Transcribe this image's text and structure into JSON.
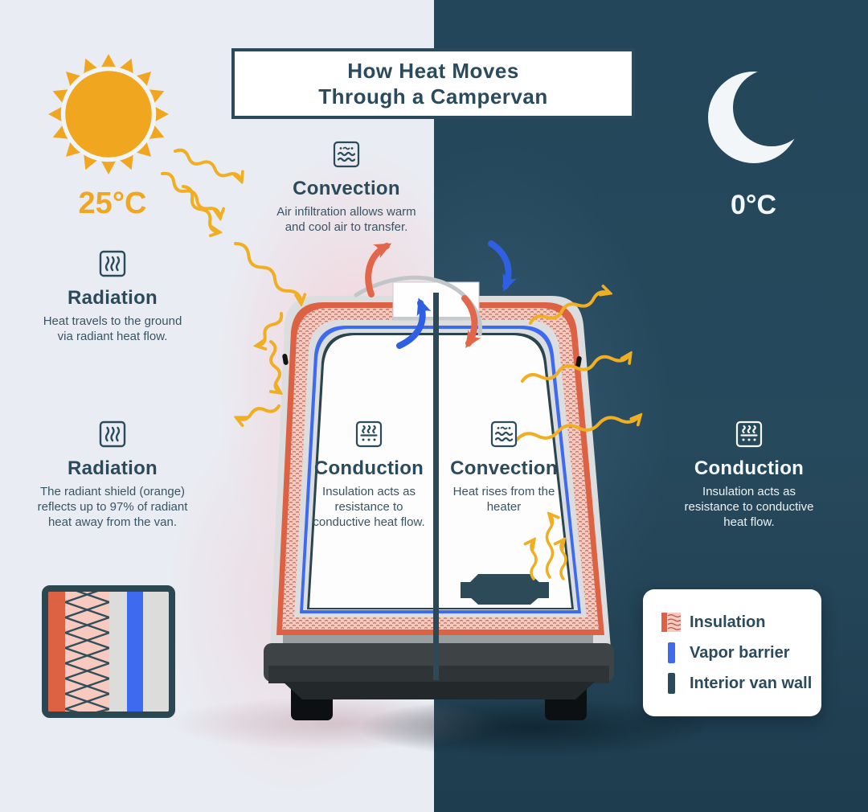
{
  "title": {
    "line1": "How Heat Moves",
    "line2": "Through a Campervan"
  },
  "day": {
    "temperature": "25°C",
    "icon": "sun-icon"
  },
  "night": {
    "temperature": "0°C",
    "icon": "moon-icon"
  },
  "blocks": {
    "convection_top": {
      "icon": "convection-icon",
      "title": "Convection",
      "body": "Air infiltration allows warm and cool air to transfer."
    },
    "radiation_ground": {
      "icon": "radiation-icon",
      "title": "Radiation",
      "body": "Heat travels to the ground via radiant heat flow."
    },
    "radiation_shield": {
      "icon": "radiation-icon",
      "title": "Radiation",
      "body": "The radiant shield (orange) reflects up to 97% of radiant heat away from the van."
    },
    "conduction_day": {
      "icon": "conduction-icon",
      "title": "Conduction",
      "body": "Insulation acts as resistance to conductive heat flow."
    },
    "convection_heater": {
      "icon": "convection-icon",
      "title": "Convection",
      "body": "Heat rises from the heater"
    },
    "conduction_night": {
      "icon": "conduction-icon",
      "title": "Conduction",
      "body": "Insulation acts as resistance to conductive heat flow."
    }
  },
  "legend": {
    "items": [
      {
        "swatch": "insulation-swatch",
        "label": "Insulation"
      },
      {
        "swatch": "vapor-barrier-swatch",
        "label": "Vapor barrier"
      },
      {
        "swatch": "interior-wall-swatch",
        "label": "Interior van wall"
      }
    ]
  },
  "colors": {
    "day_bg": "#E9EDF3",
    "night_bg": "#24465A",
    "dark_teal": "#2B4B5C",
    "sun_gold": "#F0A71F",
    "heat_yellow": "#F0AE22",
    "warm_arrow": "#E2674A",
    "cold_arrow": "#2F5FE3",
    "insulation_orange": "#DD6244",
    "insulation_pink": "#F7C9BF",
    "vapor_blue": "#3E6AF0",
    "wall_gray": "#DBDDDF"
  }
}
